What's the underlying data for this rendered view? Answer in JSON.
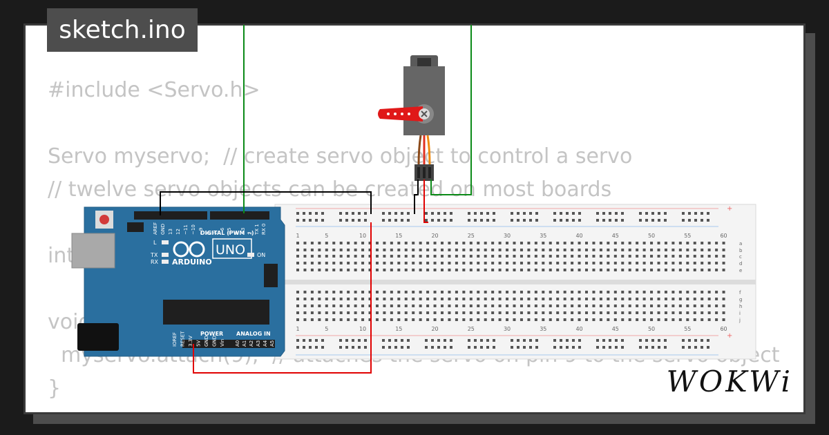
{
  "file_tab": {
    "label": "sketch.ino"
  },
  "code_lines": [
    "#include <Servo.h>",
    "",
    "Servo myservo;  // create servo object to control a servo",
    "// twelve servo objects can be created on most boards",
    "",
    "int pos = 0;",
    "",
    "void setup() {",
    "  myservo.attach(9);  // attaches the servo on pin 9 to the servo object",
    "}"
  ],
  "board": {
    "brand": "ARDUINO",
    "model": "UNO",
    "digital_header_label": "DIGITAL (PWM ~)",
    "power_label": "POWER",
    "analog_label": "ANALOG IN",
    "on_label": "ON",
    "led_labels": [
      "L",
      "TX",
      "RX"
    ],
    "digital_pins_a": [
      "AREF",
      "GND",
      "13",
      "12",
      "~11",
      "~10",
      "~9",
      "8"
    ],
    "digital_pins_b": [
      "7",
      "~6",
      "~5",
      "4",
      "~3",
      "2",
      "TX 1",
      "RX 0"
    ],
    "power_pins": [
      "IOREF",
      "RESET",
      "3.3V",
      "5V",
      "GND",
      "GND",
      "Vin"
    ],
    "analog_pins": [
      "A0",
      "A1",
      "A2",
      "A3",
      "A4",
      "A5"
    ]
  },
  "breadboard": {
    "column_numbers": [
      "1",
      "5",
      "10",
      "15",
      "20",
      "25",
      "30",
      "35",
      "40",
      "45",
      "50",
      "55",
      "60"
    ],
    "row_letters_top": [
      "a",
      "b",
      "c",
      "d",
      "e"
    ],
    "row_letters_bottom": [
      "f",
      "g",
      "h",
      "i",
      "j"
    ],
    "rail_plus": "+"
  },
  "wire_colors": {
    "green": "#0a8a17",
    "black": "#000000",
    "red": "#e00000"
  },
  "brand_colors": {
    "board": "#2a6f9f",
    "breadboard": "#f3f3f3",
    "servo": "#5a5a5a",
    "horn": "#e01919"
  },
  "logo": {
    "text": "WOKWi"
  }
}
